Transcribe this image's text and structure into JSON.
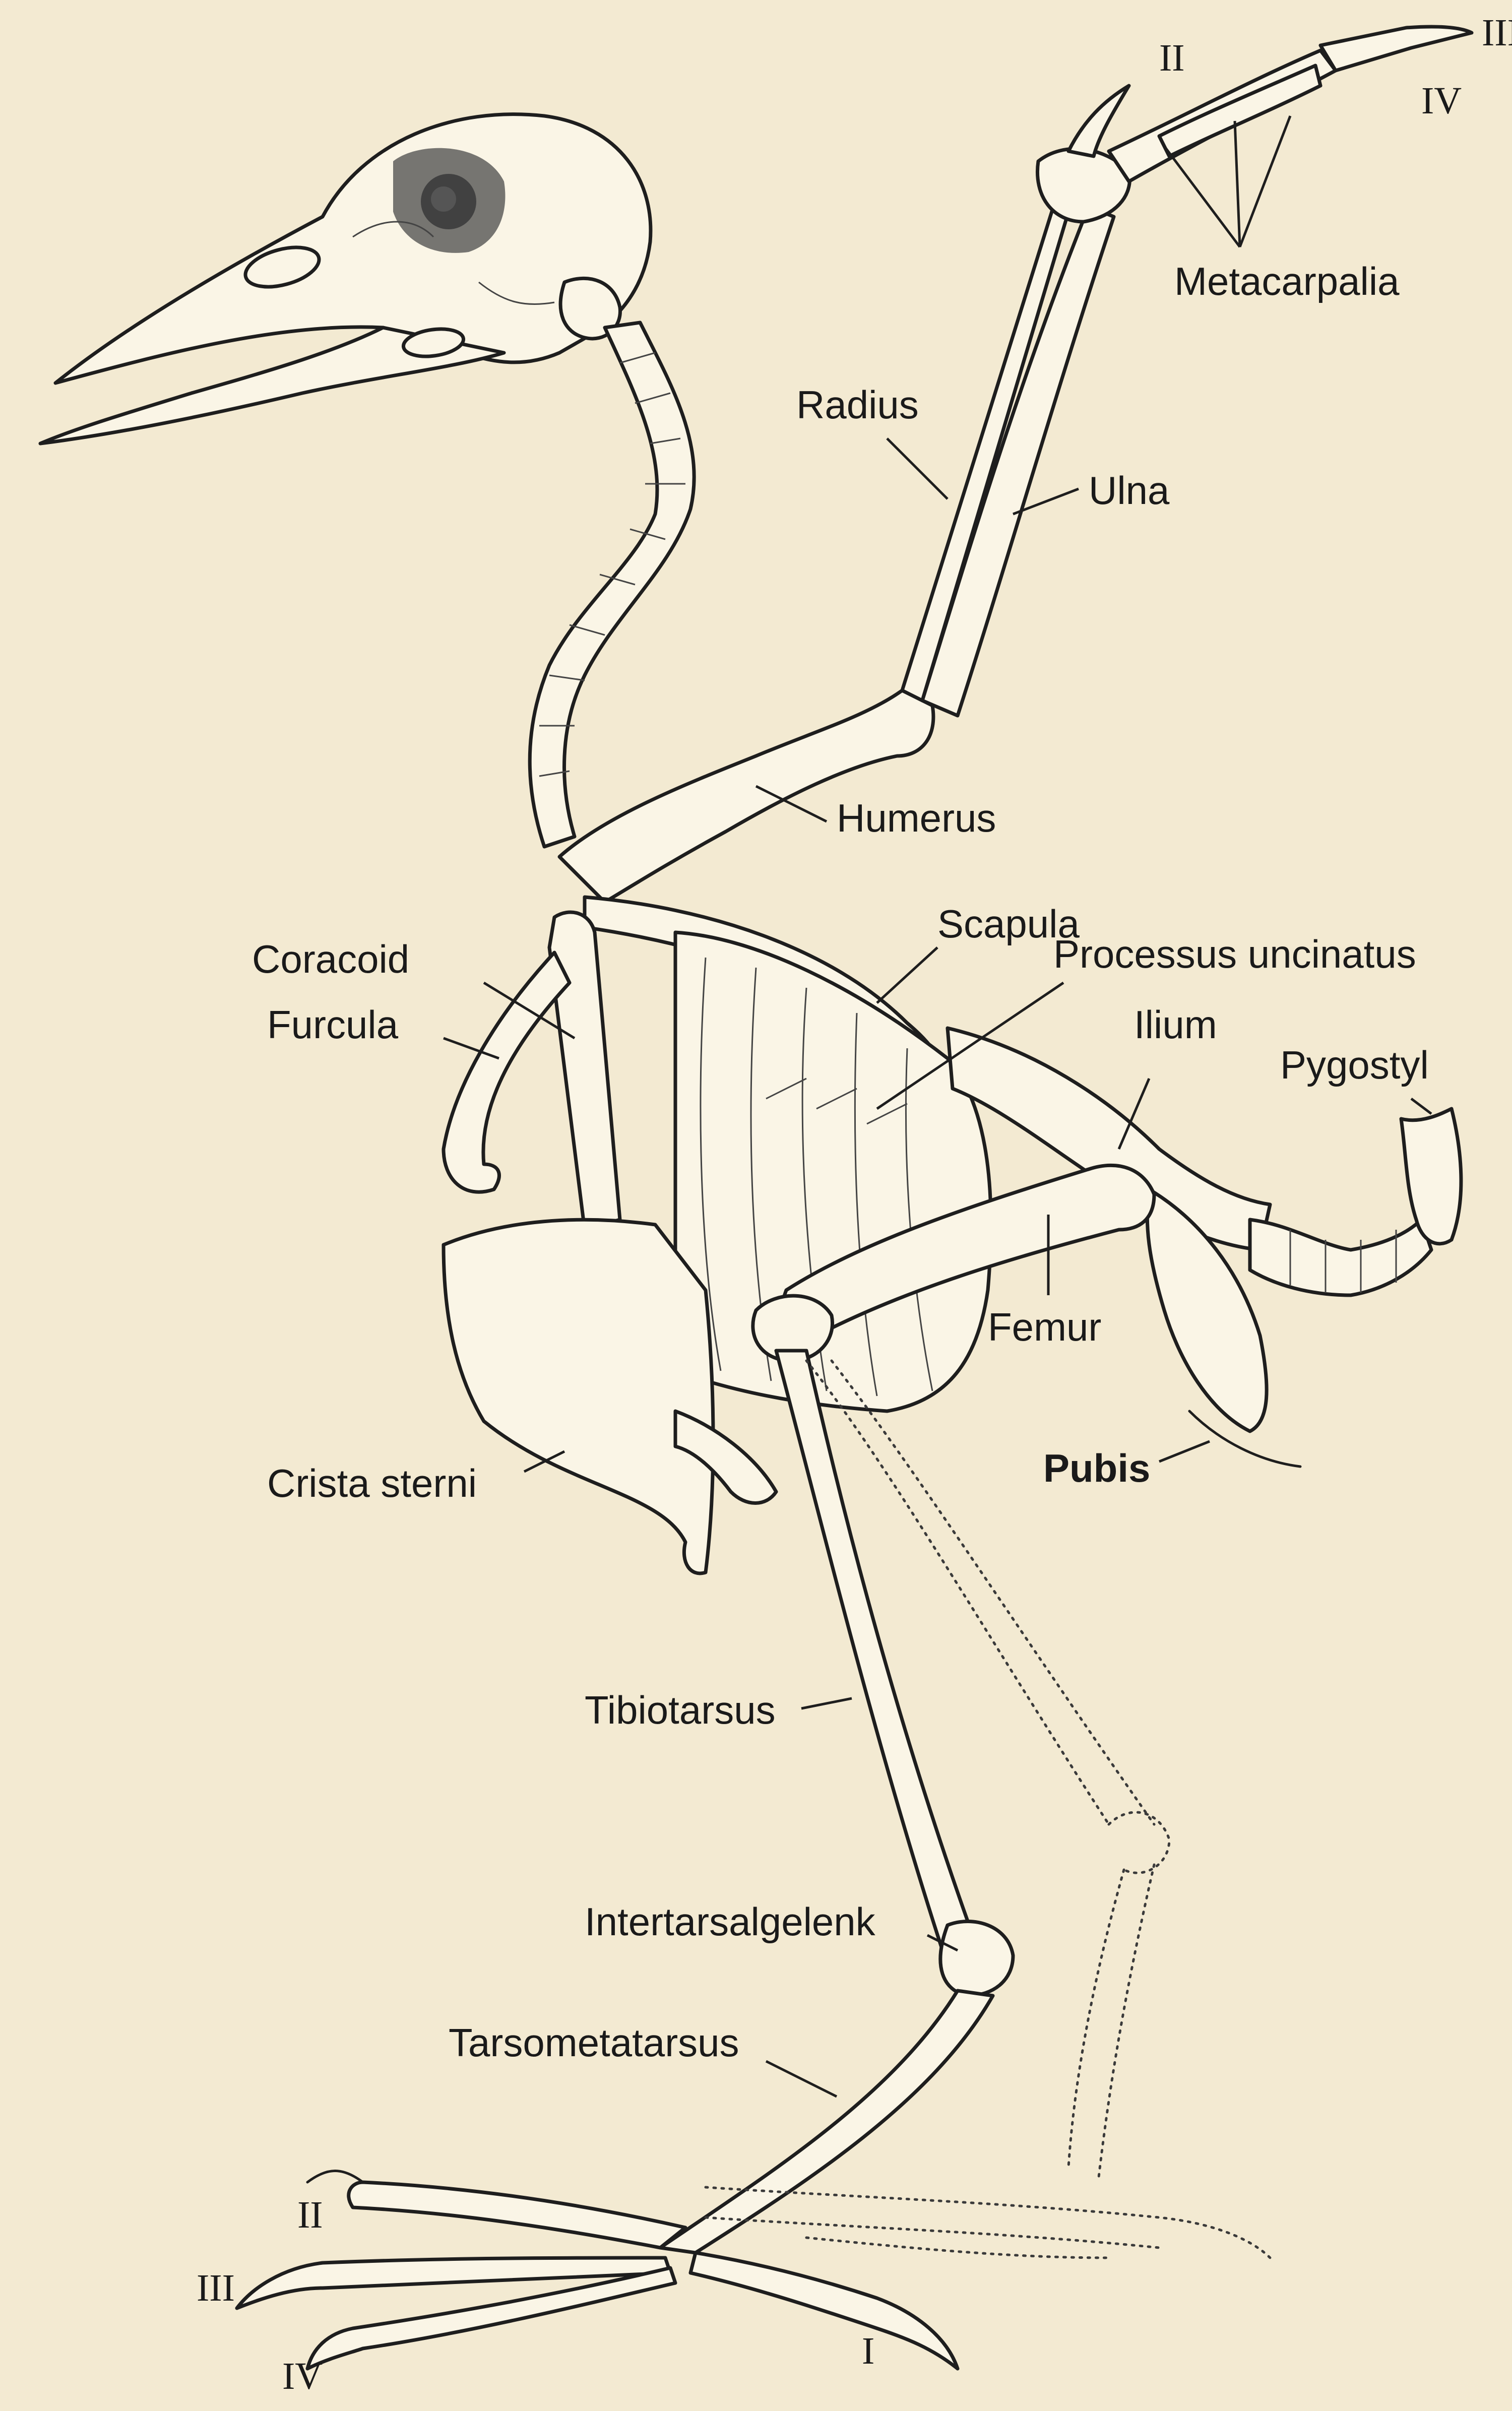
{
  "labels": {
    "metacarpalia": "Metacarpalia",
    "radius": "Radius",
    "ulna": "Ulna",
    "humerus": "Humerus",
    "scapula": "Scapula",
    "processus_uncinatus": "Processus uncinatus",
    "coracoid": "Coracoid",
    "furcula": "Furcula",
    "ilium": "Ilium",
    "pygostyl": "Pygostyl",
    "femur": "Femur",
    "crista_sterni": "Crista sterni",
    "pubis": "Pubis",
    "tibiotarsus": "Tibiotarsus",
    "intertarsalgelenk": "Intertarsalgelenk",
    "tarsometatarsus": "Tarsometatarsus"
  },
  "digits": {
    "wing_ii": "II",
    "wing_iii": "III",
    "wing_iv": "IV",
    "toe_ii": "II",
    "toe_iii": "III",
    "toe_iv": "IV",
    "toe_i": "I"
  },
  "colors": {
    "paper": "#f3ead2",
    "ink": "#1e1e1e"
  }
}
